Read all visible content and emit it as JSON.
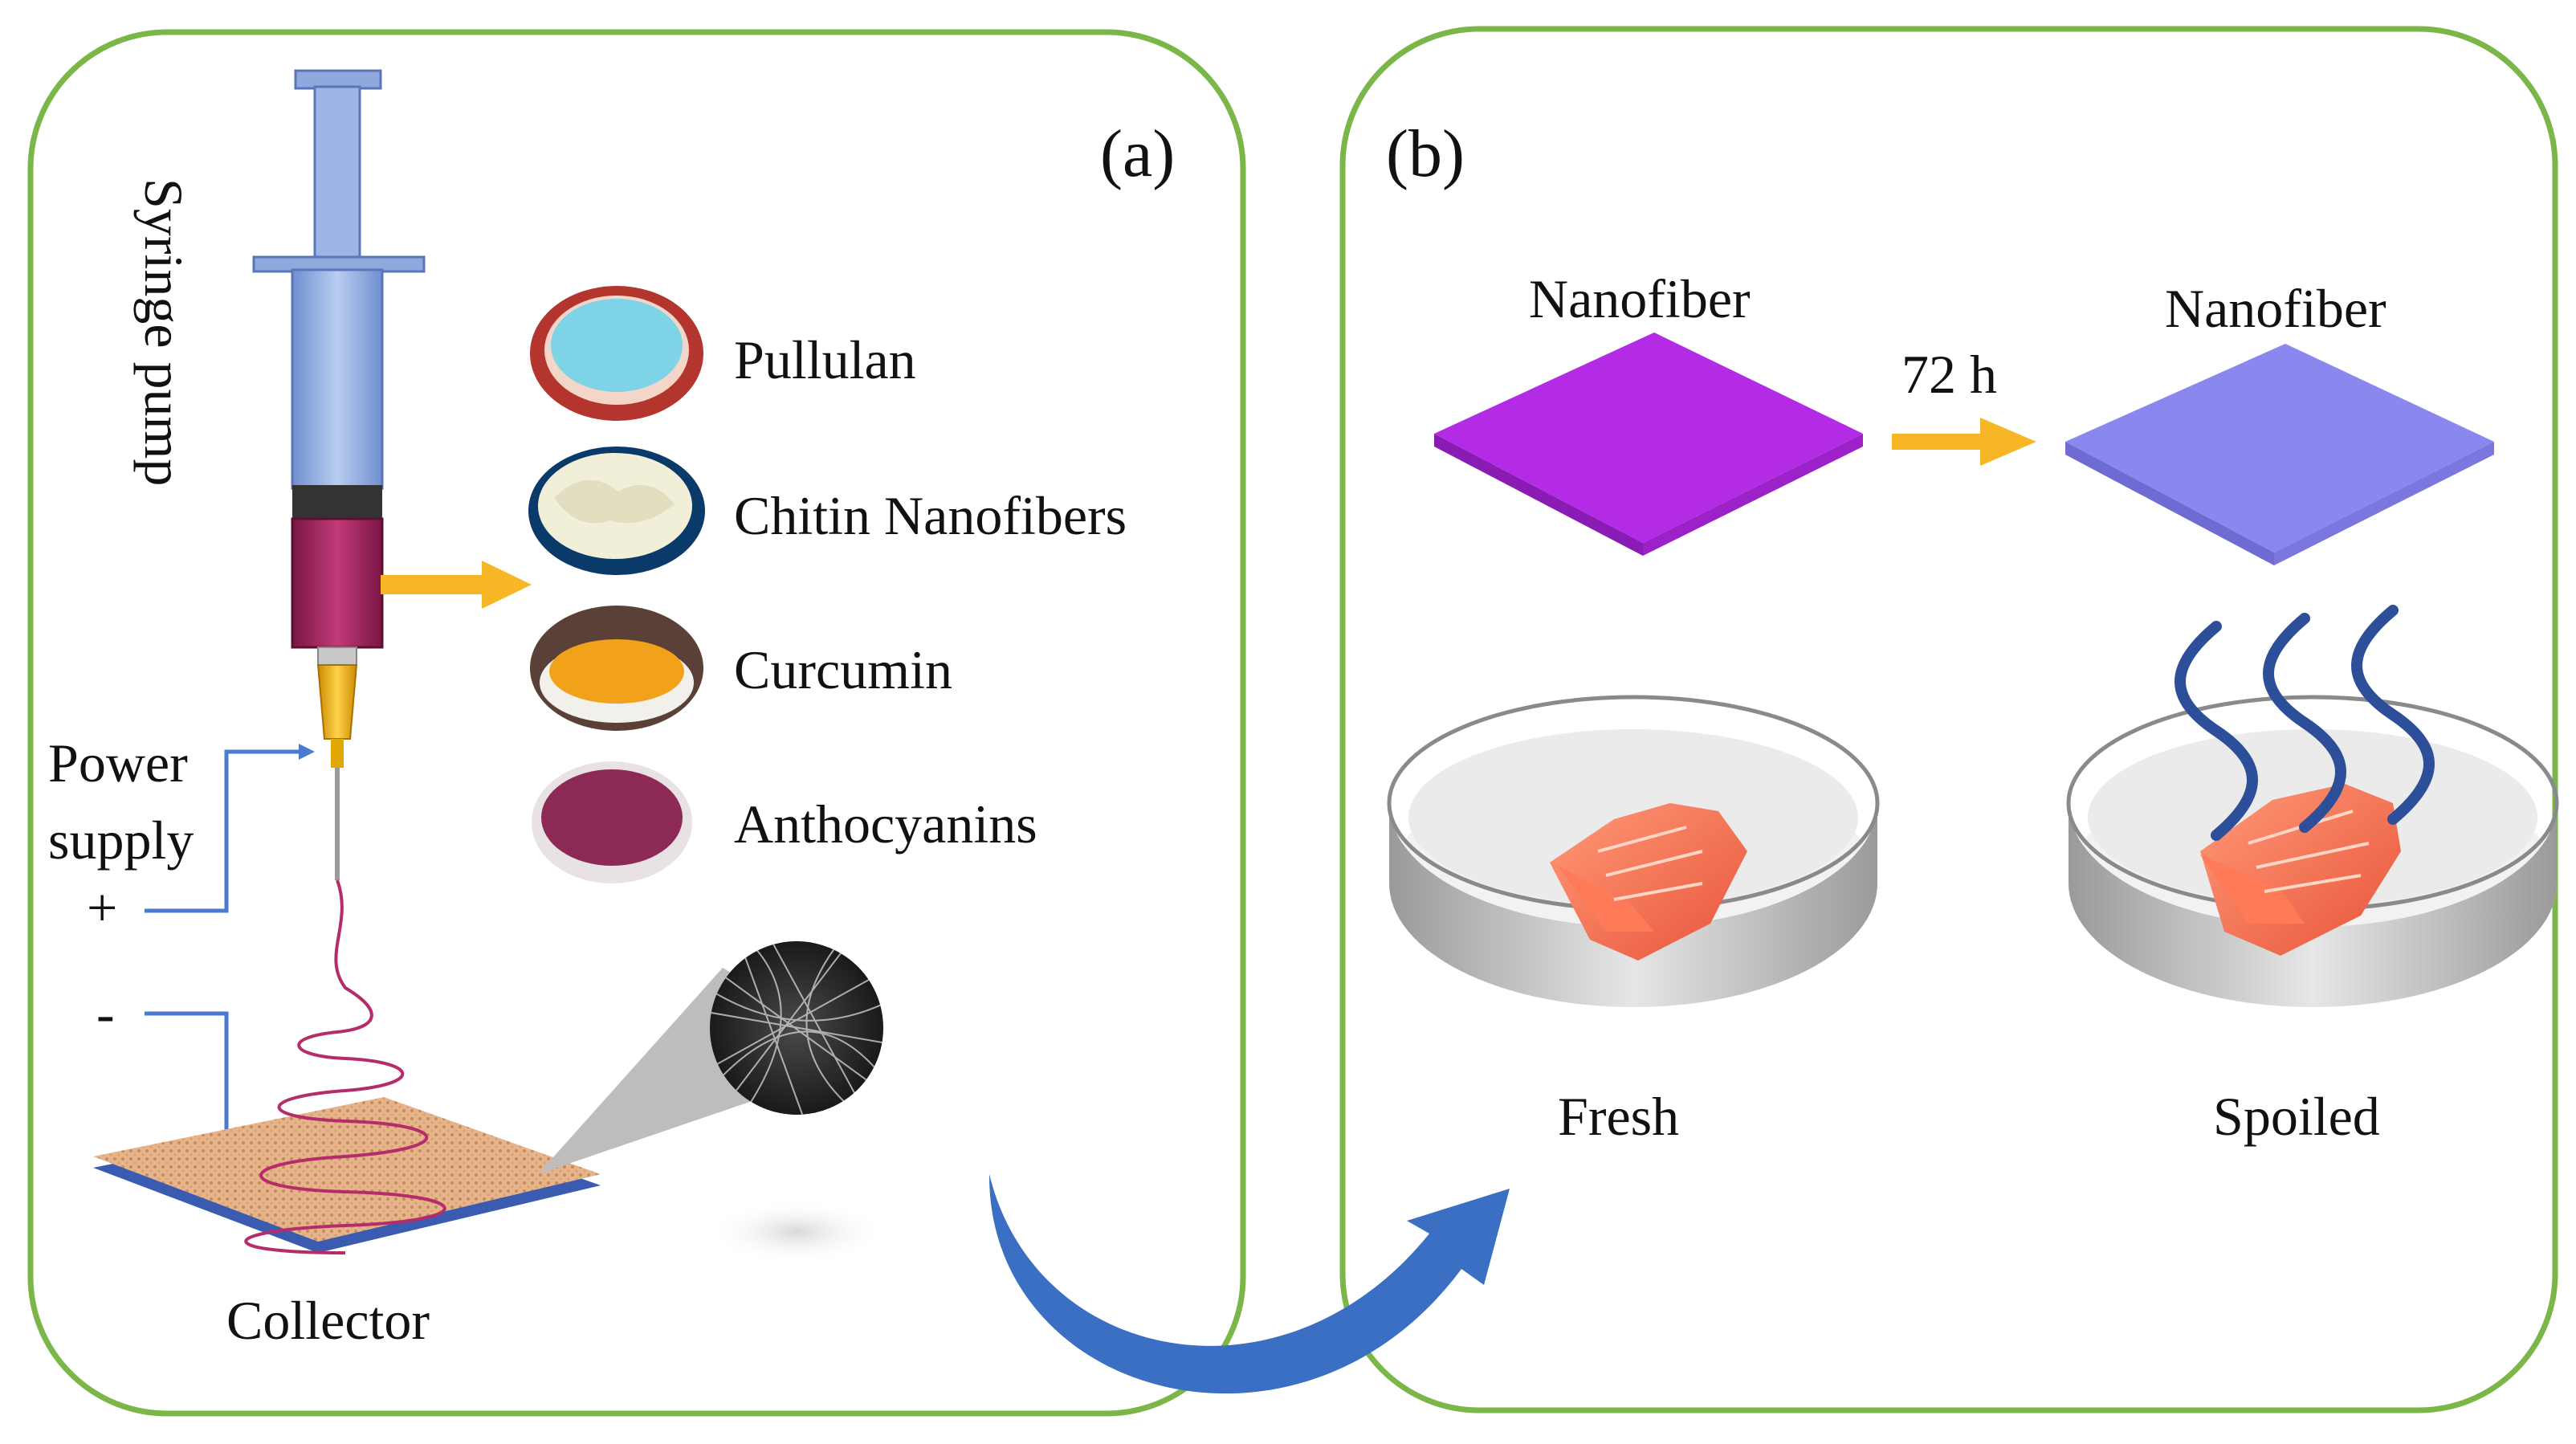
{
  "panel_a": {
    "tag": "(a)",
    "syringe_label": "Syringe pump",
    "ingredients": [
      {
        "label": "Pullulan",
        "icon": "pullulan-powder-icon",
        "color": "#7fd3e6"
      },
      {
        "label": "Chitin Nanofibers",
        "icon": "chitin-fibers-icon",
        "color": "#f1efd8"
      },
      {
        "label": "Curcumin",
        "icon": "curcumin-powder-icon",
        "color": "#f2a11a"
      },
      {
        "label": "Anthocyanins",
        "icon": "anthocyanin-powder-icon",
        "color": "#8c2a55"
      }
    ],
    "power_label": [
      "Power",
      "supply"
    ],
    "plus_sign": "+",
    "minus_sign": "-",
    "collector_label": "Collector"
  },
  "panel_b": {
    "tag": "(b)",
    "left_mat_label": "Nanofiber",
    "right_mat_label": "Nanofiber",
    "time_label": "72 h",
    "fresh_label": "Fresh",
    "spoiled_label": "Spoiled",
    "fresh_mat_color": "#b42be6",
    "spoiled_mat_color": "#8a87ef"
  },
  "colors": {
    "panel_border": "#7ab648",
    "arrow_yellow": "#f7b626",
    "arrow_blue": "#3a6fc4",
    "wire_blue": "#4a7bd0",
    "solution": "#a0205c"
  }
}
